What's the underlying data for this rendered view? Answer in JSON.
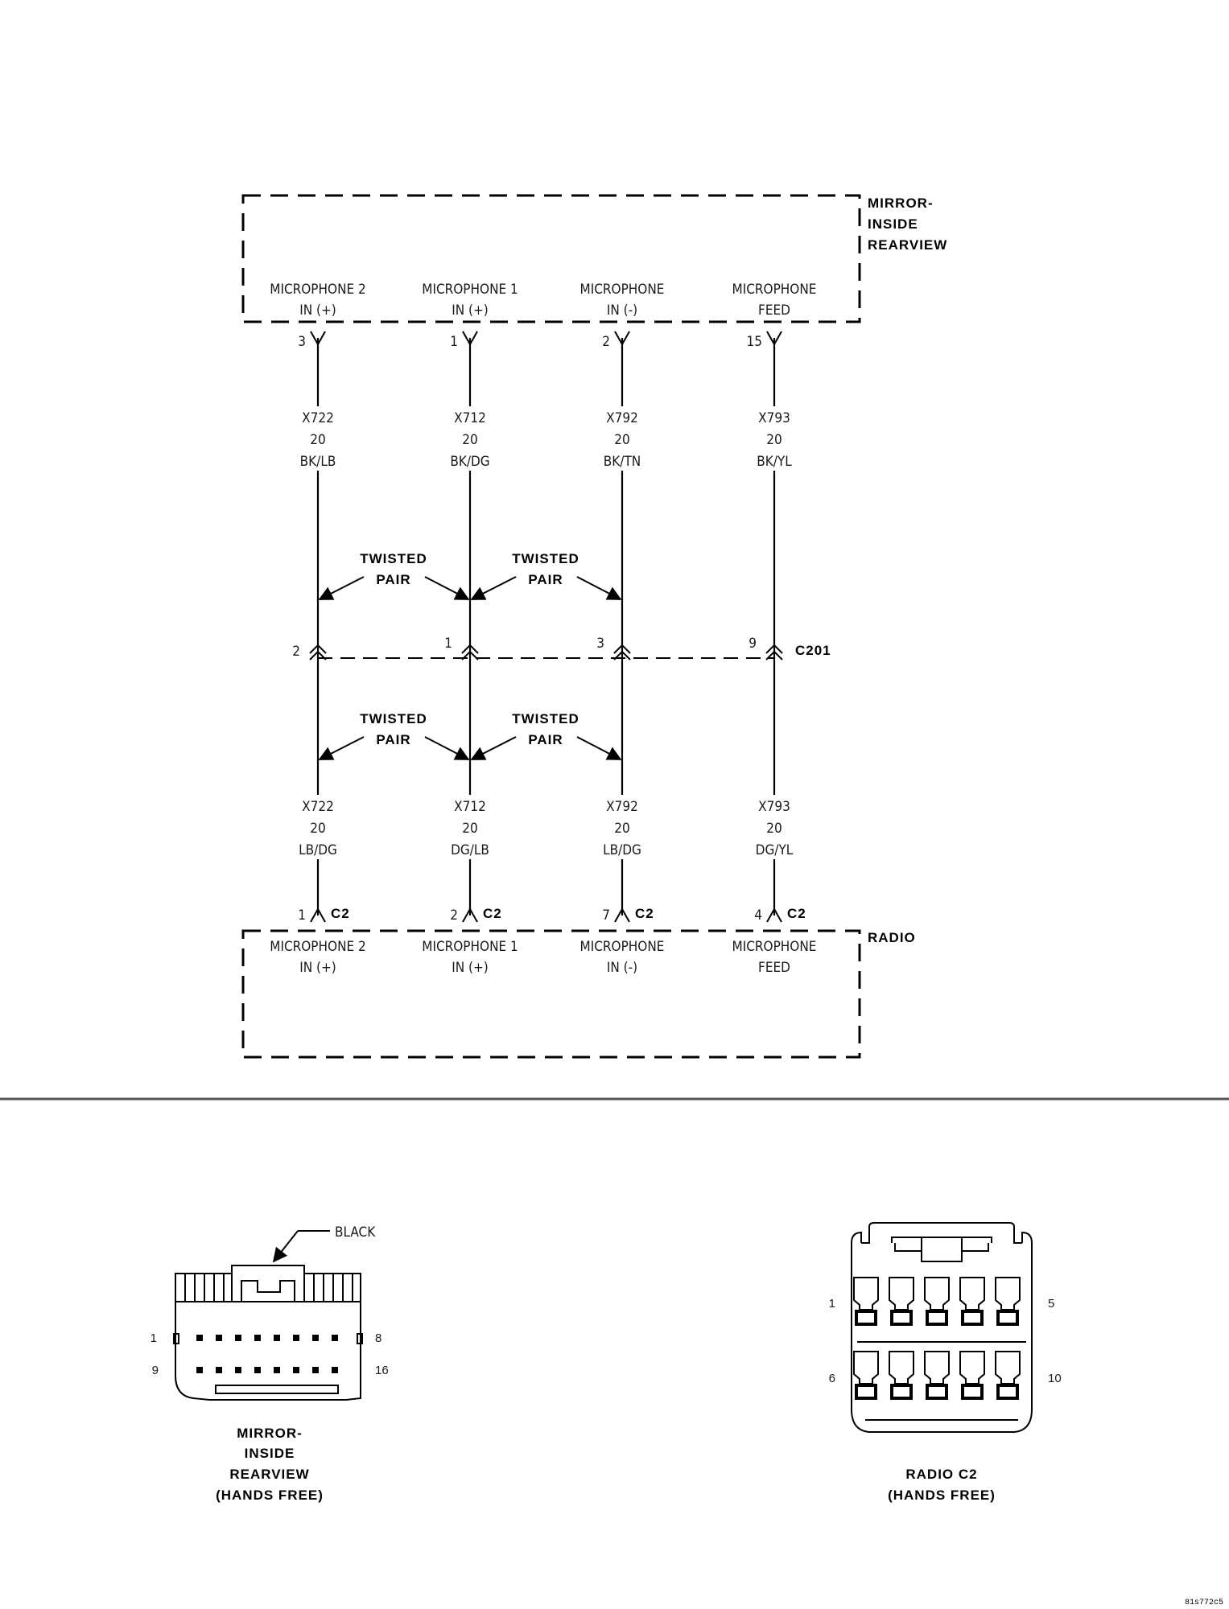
{
  "mirror": {
    "label": [
      "MIRROR-",
      "INSIDE",
      "REARVIEW"
    ],
    "pins": [
      {
        "line1": "MICROPHONE 2",
        "line2": "IN (+)",
        "cavity": "3"
      },
      {
        "line1": "MICROPHONE 1",
        "line2": "IN (+)",
        "cavity": "1"
      },
      {
        "line1": "MICROPHONE",
        "line2": "IN (-)",
        "cavity": "2"
      },
      {
        "line1": "MICROPHONE",
        "line2": "FEED",
        "cavity": "15"
      }
    ]
  },
  "wires_upper": [
    {
      "circuit": "X722",
      "gauge": "20",
      "color": "BK/LB"
    },
    {
      "circuit": "X712",
      "gauge": "20",
      "color": "BK/DG"
    },
    {
      "circuit": "X792",
      "gauge": "20",
      "color": "BK/TN"
    },
    {
      "circuit": "X793",
      "gauge": "20",
      "color": "BK/YL"
    }
  ],
  "twisted_pair_label": [
    "TWISTED",
    "PAIR"
  ],
  "inline_connector": {
    "name": "C201",
    "cavities": [
      "2",
      "1",
      "3",
      "9"
    ]
  },
  "wires_lower": [
    {
      "circuit": "X722",
      "gauge": "20",
      "color": "LB/DG"
    },
    {
      "circuit": "X712",
      "gauge": "20",
      "color": "DG/LB"
    },
    {
      "circuit": "X792",
      "gauge": "20",
      "color": "LB/DG"
    },
    {
      "circuit": "X793",
      "gauge": "20",
      "color": "DG/YL"
    }
  ],
  "radio": {
    "label": "RADIO",
    "connector": "C2",
    "pins": [
      {
        "line1": "MICROPHONE 2",
        "line2": "IN (+)",
        "cavity": "1"
      },
      {
        "line1": "MICROPHONE 1",
        "line2": "IN (+)",
        "cavity": "2"
      },
      {
        "line1": "MICROPHONE",
        "line2": "IN (-)",
        "cavity": "7"
      },
      {
        "line1": "MICROPHONE",
        "line2": "FEED",
        "cavity": "4"
      }
    ]
  },
  "mirror_connector_view": {
    "callout": "BLACK",
    "pin_numbers": {
      "top_left": "1",
      "top_right": "8",
      "bottom_left": "9",
      "bottom_right": "16"
    },
    "caption": [
      "MIRROR-",
      "INSIDE",
      "REARVIEW",
      "(HANDS FREE)"
    ]
  },
  "radio_connector_view": {
    "pin_numbers": {
      "top_left": "1",
      "top_right": "5",
      "bottom_left": "6",
      "bottom_right": "10"
    },
    "caption": [
      "RADIO C2",
      "(HANDS FREE)"
    ]
  },
  "figure_code": "81s772c5"
}
